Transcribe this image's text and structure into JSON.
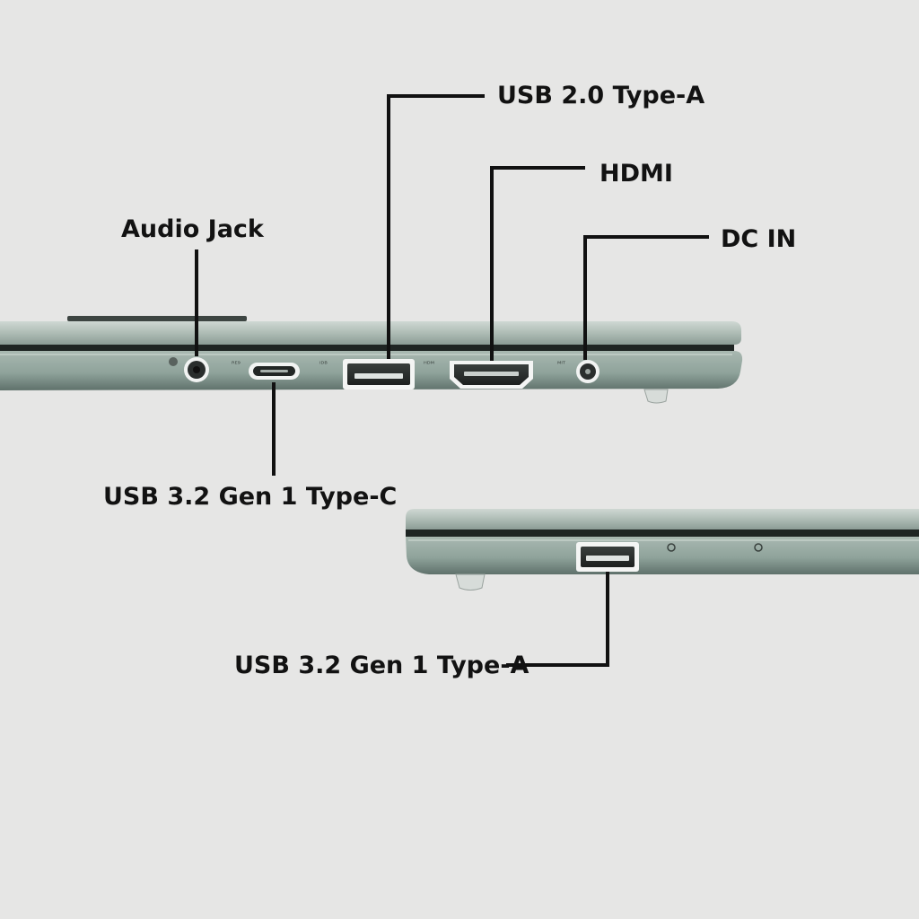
{
  "colors": {
    "background": "#e6e6e5",
    "chassis_top": "#b4c1bb",
    "chassis_body": "#8fa39c",
    "port_frame": "#ffffff",
    "port_interior": "#2a2e2d",
    "leader_line": "#111111"
  },
  "views": {
    "left_side": {
      "ports": [
        {
          "id": "audio_jack",
          "icon": "audio-jack-port-icon"
        },
        {
          "id": "usb_c",
          "icon": "usb-c-port-icon"
        },
        {
          "id": "usb2_a",
          "icon": "usb-a-port-icon"
        },
        {
          "id": "hdmi",
          "icon": "hdmi-port-icon"
        },
        {
          "id": "dc_in",
          "icon": "dc-in-port-icon"
        }
      ]
    },
    "right_side": {
      "ports": [
        {
          "id": "usb32_a",
          "icon": "usb-a-port-icon"
        }
      ]
    }
  },
  "callouts": {
    "audio_jack": "Audio Jack",
    "usb_c": "USB 3.2 Gen 1 Type-C",
    "usb2_a": "USB 2.0 Type-A",
    "hdmi": "HDMI",
    "dc_in": "DC IN",
    "usb32_a": "USB 3.2 Gen 1 Type-A"
  }
}
